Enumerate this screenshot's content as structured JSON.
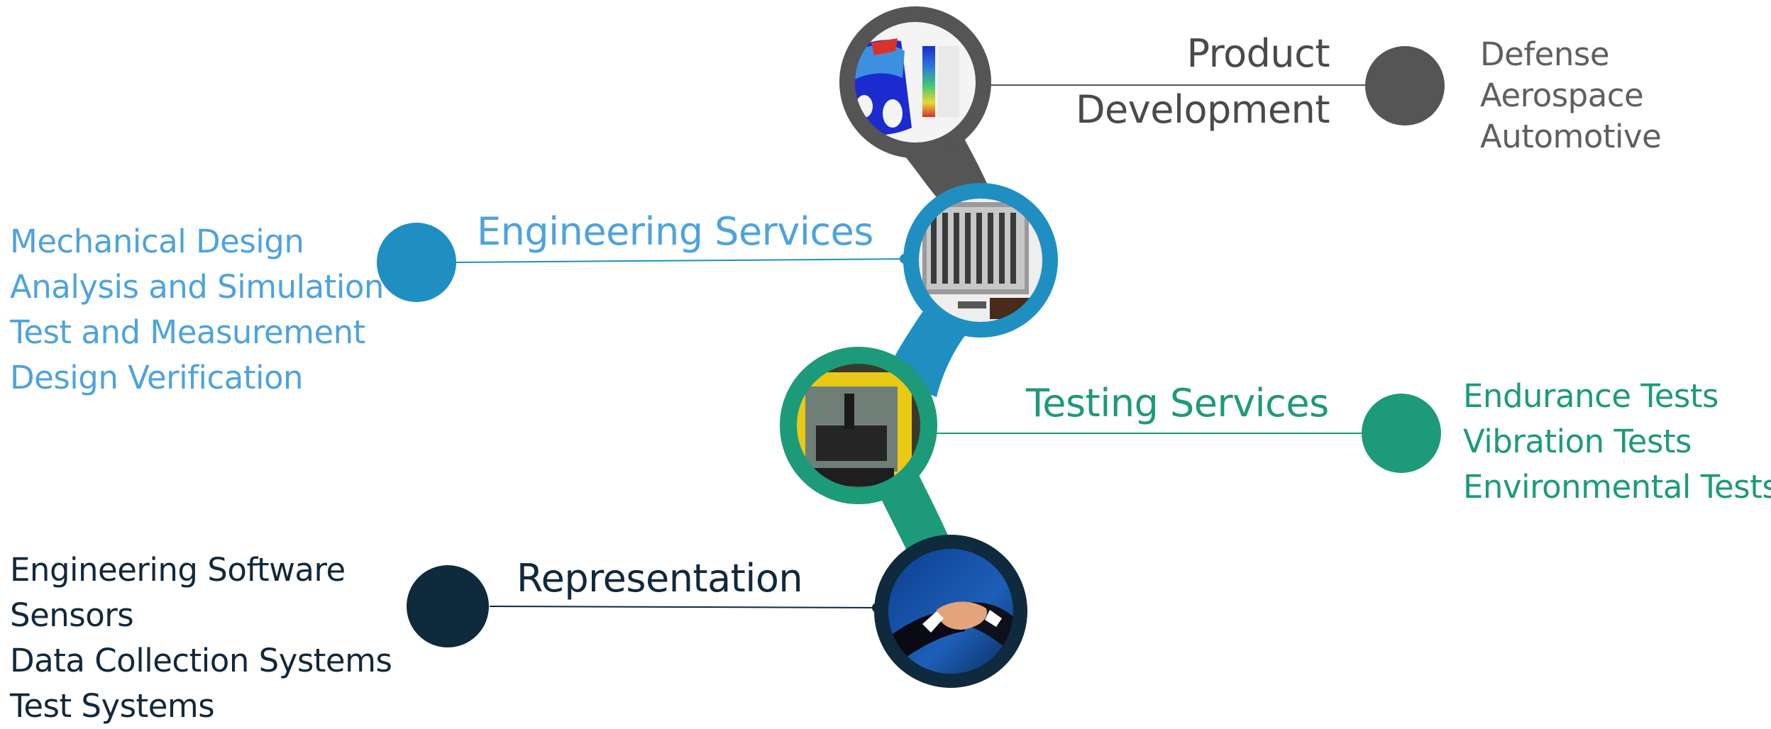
{
  "colors": {
    "product": "#555555",
    "engineering": "#1f8fc2",
    "engineering_text": "#4ea3dc",
    "testing": "#1d9a79",
    "representation": "#0f2a3c"
  },
  "sections": {
    "product": {
      "title_line1": "Product",
      "title_line2": "Development",
      "items": [
        "Defense",
        "Aerospace",
        "Automotive"
      ],
      "image_icon": "fea-simulation-image"
    },
    "engineering": {
      "title": "Engineering Services",
      "items": [
        "Mechanical Design",
        "Analysis and Simulation",
        "Test and Measurement",
        "Design Verification"
      ],
      "image_icon": "data-acquisition-hardware-image"
    },
    "testing": {
      "title": "Testing Services",
      "items": [
        "Endurance Tests",
        "Vibration Tests",
        "Environmental Tests"
      ],
      "image_icon": "test-rig-image"
    },
    "representation": {
      "title": "Representation",
      "items": [
        "Engineering Software",
        "Sensors",
        "Data Collection Systems",
        "Test Systems"
      ],
      "image_icon": "handshake-image"
    }
  }
}
